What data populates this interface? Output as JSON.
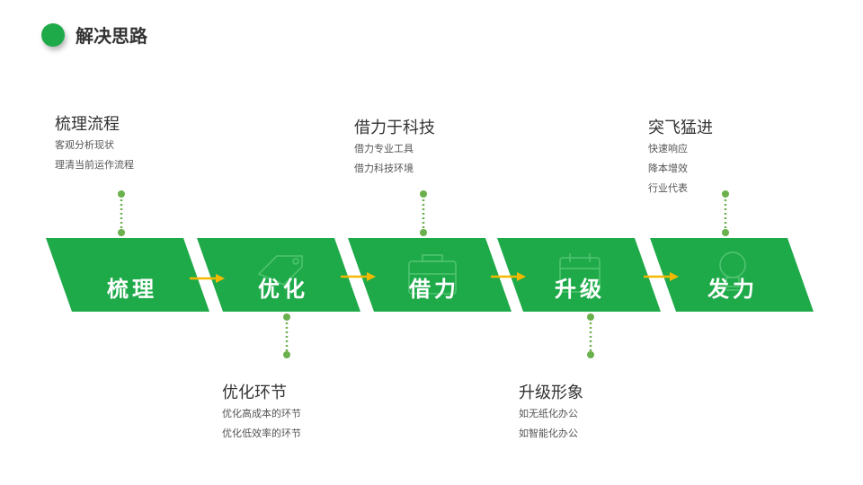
{
  "page": {
    "title": "解决思路"
  },
  "colors": {
    "accent": "#1faa4a",
    "dotted_line": "#6ab04c",
    "arrow": "#f5b800"
  },
  "stages": [
    {
      "label": "梳理",
      "icon": "",
      "title": "梳理流程",
      "lines": [
        "客观分析现状",
        "理清当前运作流程"
      ]
    },
    {
      "label": "优化",
      "icon": "tag-icon",
      "title": "优化环节",
      "lines": [
        "优化高成本的环节",
        "优化低效率的环节"
      ]
    },
    {
      "label": "借力",
      "icon": "briefcase-icon",
      "title": "借力于科技",
      "lines": [
        "借力专业工具",
        "借力科技环境"
      ]
    },
    {
      "label": "升级",
      "icon": "calendar-icon",
      "title": "升级形象",
      "lines": [
        "如无纸化办公",
        "如智能化办公"
      ]
    },
    {
      "label": "发力",
      "icon": "lightbulb-icon",
      "title": "突飞猛进",
      "lines": [
        "快速响应",
        "降本增效",
        "行业代表"
      ]
    }
  ]
}
